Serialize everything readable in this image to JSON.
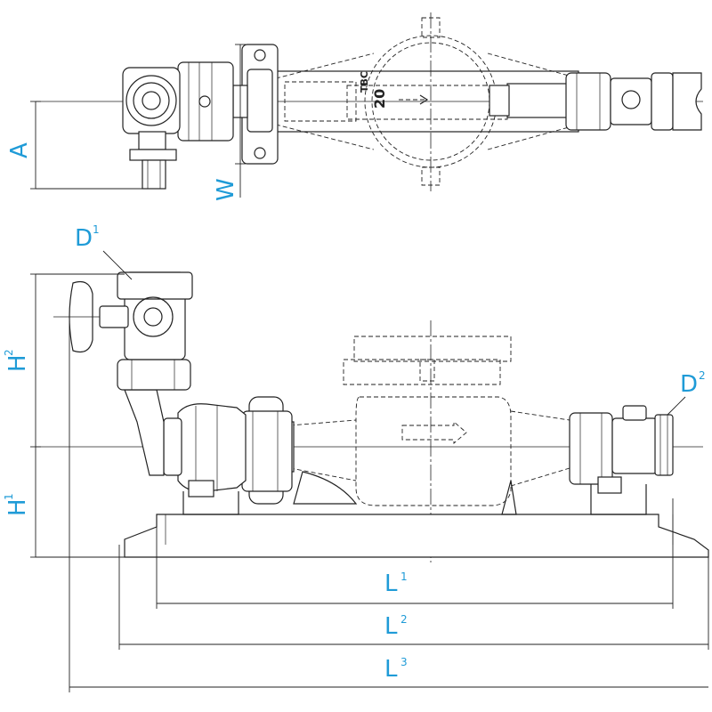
{
  "labels": {
    "a": "A",
    "w": "W",
    "d1": "D",
    "d1_sup": "1",
    "d2": "D",
    "d2_sup": "2",
    "h2": "H",
    "h2_sup": "2",
    "h1": "H",
    "h1_sup": "1",
    "l1": "L",
    "l1_sup": "1",
    "l2": "L",
    "l2_sup": "2",
    "l3": "L",
    "l3_sup": "3"
  },
  "meter_marking": {
    "brand": "TBC",
    "size": "20"
  },
  "colors": {
    "dimension_text": "#1f9bd7",
    "line": "#222222"
  }
}
